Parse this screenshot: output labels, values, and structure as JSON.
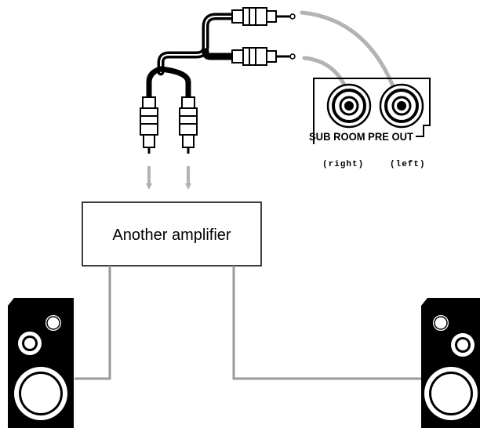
{
  "panel": {
    "jack_label": "SUB ROOM PRE OUT",
    "right_label": "(right)",
    "left_label": "(left)"
  },
  "amplifier": {
    "label": "Another amplifier"
  },
  "colors": {
    "cable": "#000000",
    "arrow": "#b3b3b3",
    "speaker_wire": "#9a9a9a"
  }
}
